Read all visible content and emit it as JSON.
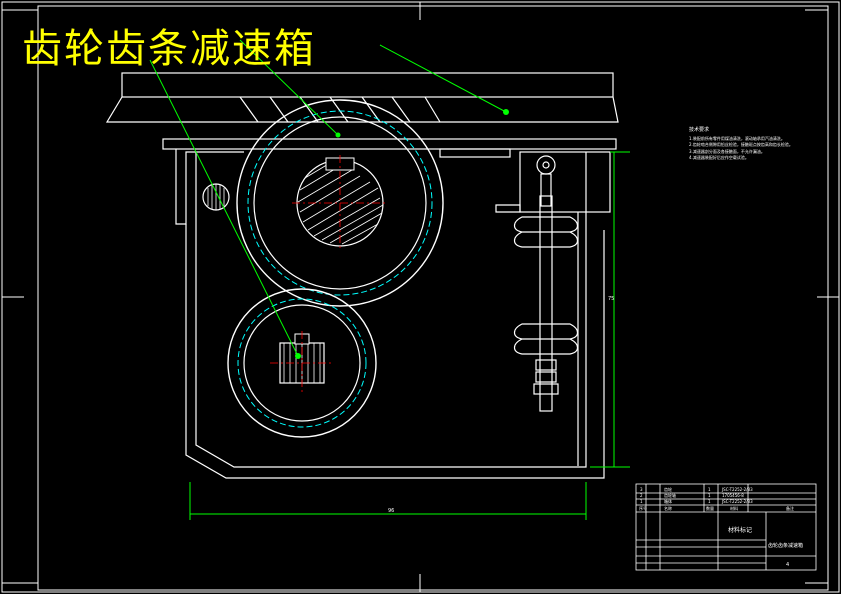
{
  "drawing": {
    "title": "齿轮齿条减速箱",
    "colors": {
      "background": "#000000",
      "outline": "#ffffff",
      "title_text": "#ffff00",
      "leader": "#00ff00",
      "pitch_circle": "#00ffff",
      "center_line": "#ff0000",
      "dimension": "#00ff00"
    }
  },
  "dimensions": {
    "height_value": "75",
    "width_value": "96"
  },
  "notes": {
    "heading": "技术要求",
    "items": [
      "1.装配前所有零件用煤油清洗，滚动轴承用汽油清洗。",
      "2.齿轮啮合侧隙用铅丝检验，接触斑点按齿高和齿长检验。",
      "3.减速器剖分面及各接触面，不允许漏油。",
      "4.减速器装配好后应作空载试验。"
    ]
  },
  "title_block": {
    "rows": [
      {
        "no": "3",
        "name": "齿轮",
        "qty": "1",
        "code": "JSC-T2252-2/83"
      },
      {
        "no": "2",
        "name": "齿轮轴",
        "qty": "1",
        "code": "1705456-8"
      },
      {
        "no": "1",
        "name": "箱体",
        "qty": "1",
        "code": "JSC-T2252-2/83"
      }
    ],
    "header": [
      "序号",
      "名称",
      "数量",
      "材料",
      "备注"
    ],
    "material_label": "材料标记",
    "drawing_name": "齿轮齿条减速箱",
    "sheet": "4"
  }
}
